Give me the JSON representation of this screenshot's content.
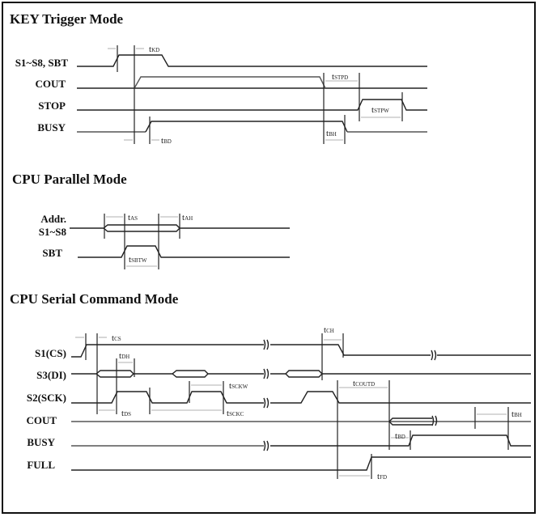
{
  "sections": [
    {
      "title": "KEY Trigger Mode",
      "signals": [
        "S1~S8, SBT",
        "COUT",
        "STOP",
        "BUSY"
      ],
      "timings": [
        {
          "t": "t",
          "sub": "KD"
        },
        {
          "t": "t",
          "sub": "STPD"
        },
        {
          "t": "t",
          "sub": "STPW"
        },
        {
          "t": "t",
          "sub": "BD"
        },
        {
          "t": "t",
          "sub": "BH"
        }
      ]
    },
    {
      "title": "CPU Parallel Mode",
      "signals": [
        "Addr.",
        "S1~S8",
        "SBT"
      ],
      "timings": [
        {
          "t": "t",
          "sub": "AS"
        },
        {
          "t": "t",
          "sub": "AH"
        },
        {
          "t": "t",
          "sub": "SBTW"
        }
      ]
    },
    {
      "title": "CPU Serial Command Mode",
      "signals": [
        "S1(CS)",
        "S3(DI)",
        "S2(SCK)",
        "COUT",
        "BUSY",
        "FULL"
      ],
      "timings": [
        {
          "t": "t",
          "sub": "CS"
        },
        {
          "t": "t",
          "sub": "CH"
        },
        {
          "t": "t",
          "sub": "DH"
        },
        {
          "t": "t",
          "sub": "SCKW"
        },
        {
          "t": "t",
          "sub": "COUTD"
        },
        {
          "t": "t",
          "sub": "DS"
        },
        {
          "t": "t",
          "sub": "SCKC"
        },
        {
          "t": "t",
          "sub": "BH"
        },
        {
          "t": "t",
          "sub": "BD"
        },
        {
          "t": "t",
          "sub": "FD"
        }
      ]
    }
  ]
}
